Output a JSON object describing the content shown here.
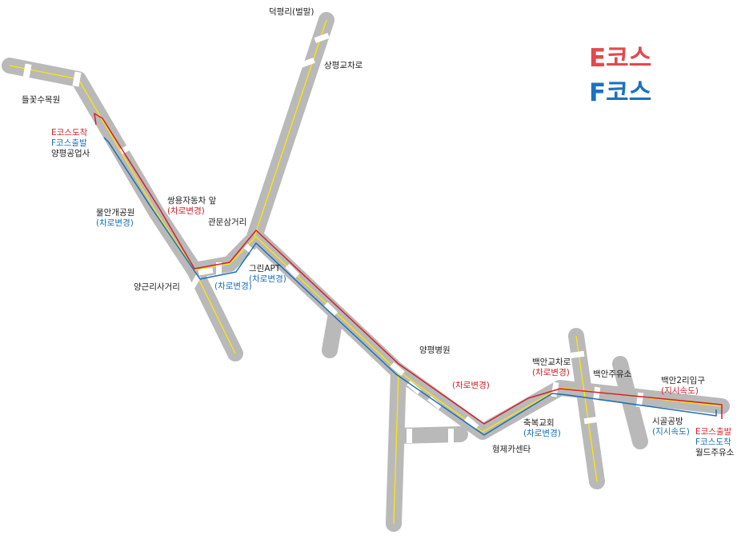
{
  "legend": {
    "e_course": "E코스",
    "f_course": "F코스",
    "e_color": "#e5484d",
    "f_color": "#1a73c0"
  },
  "colors": {
    "road": "#b9b9b9",
    "center_line": "#ffe600",
    "route_e": "#d4202a",
    "route_f": "#1a6fb8",
    "crosswalk": "#ffffff"
  },
  "labels": {
    "deokpyeong": "덕평리(벌말)",
    "sangpyeong_ic": "상평교차로",
    "dulkkot": "들꽃수목원",
    "e_arrival": "E코스도착",
    "f_departure": "F코스출발",
    "yangpyeong_gongeop": "양평공업사",
    "ssangyong": "쌍용자동차 앞",
    "ssangyong_change": "(차로변경)",
    "mulan_park": "물안개공원",
    "mulan_change": "(차로변경)",
    "gwanmun": "관문삼거리",
    "green_apt": "그린APT",
    "green_change": "(차로변경)",
    "yanggeun": "양근리사거리",
    "yanggeun_change": "(차로변경)",
    "hospital": "양평병원",
    "hospital_change": "(차로변경)",
    "baegan_ic": "백안교차로",
    "baegan_ic_change": "(차로변경)",
    "baegan_gas": "백안주유소",
    "baegan2": "백안2리입구",
    "baegan2_change": "(지시속도)",
    "church": "축복교회",
    "church_change": "(차로변경)",
    "hyeongje": "형제카센타",
    "sigol": "시골공방",
    "sigol_change": "(지시속도)",
    "e_departure": "E코스출발",
    "f_arrival": "F코스도착",
    "world_gas": "월드주유소"
  }
}
